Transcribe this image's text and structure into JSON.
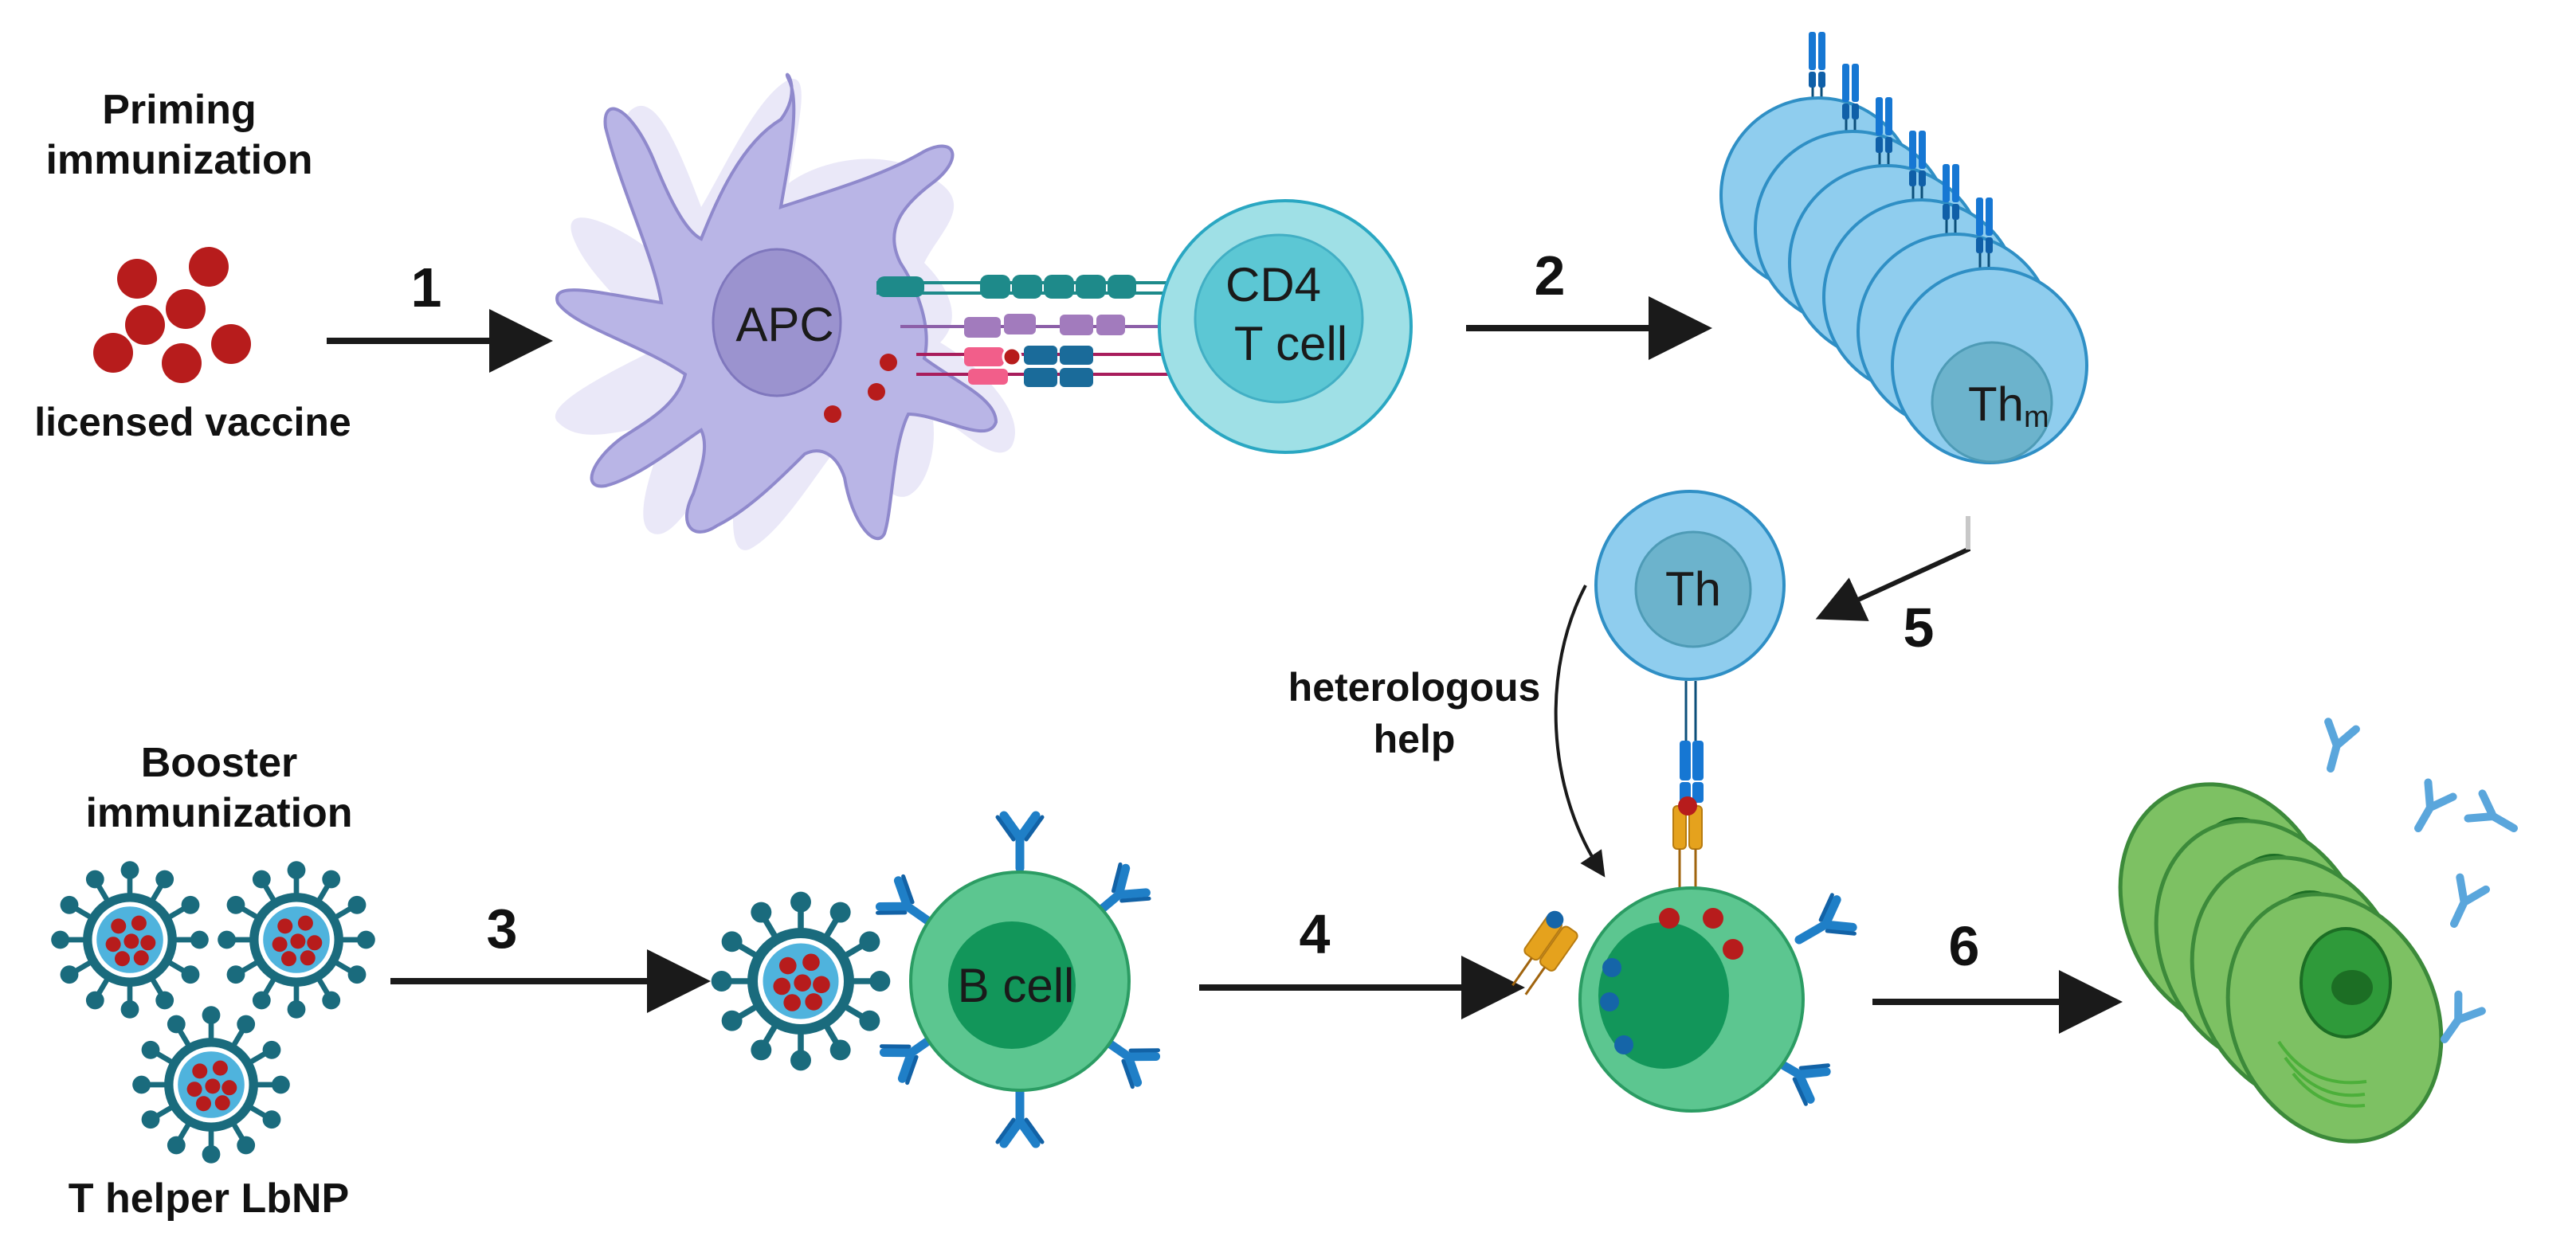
{
  "colors": {
    "apc": "#b9b5e6",
    "apc_nucleus": "#9b93cf",
    "cd4": "#9fe0e6",
    "cd4_inner": "#5cc7d4",
    "th": "#8fcdee",
    "th_inner": "#6cb3cc",
    "bcell": "#5cc690",
    "bcell_inner": "#12965a",
    "plasma": "#7dc163",
    "plasma_inner": "#2f9a3a",
    "antigen": "#b71c1c",
    "antibody": "#1f7fc7",
    "tcr": "#1677d3",
    "mhc": "#e5a21d",
    "lbnp": "#1a6b7d",
    "arrow": "#1a1a1a"
  },
  "labels": {
    "priming_line1": "Priming",
    "priming_line2": "immunization",
    "licensed_vaccine": "licensed vaccine",
    "booster_line1": "Booster",
    "booster_line2": "immunization",
    "lbnp": "T helper LbNP",
    "heterologous_line1": "heterologous",
    "heterologous_line2": "help"
  },
  "cells": {
    "apc": "APC",
    "cd4_line1": "CD4",
    "cd4_line2": "T cell",
    "thm_main": "Th",
    "thm_sub": "m",
    "th": "Th",
    "bcell": "B cell"
  },
  "steps": [
    "1",
    "2",
    "3",
    "4",
    "5",
    "6"
  ]
}
